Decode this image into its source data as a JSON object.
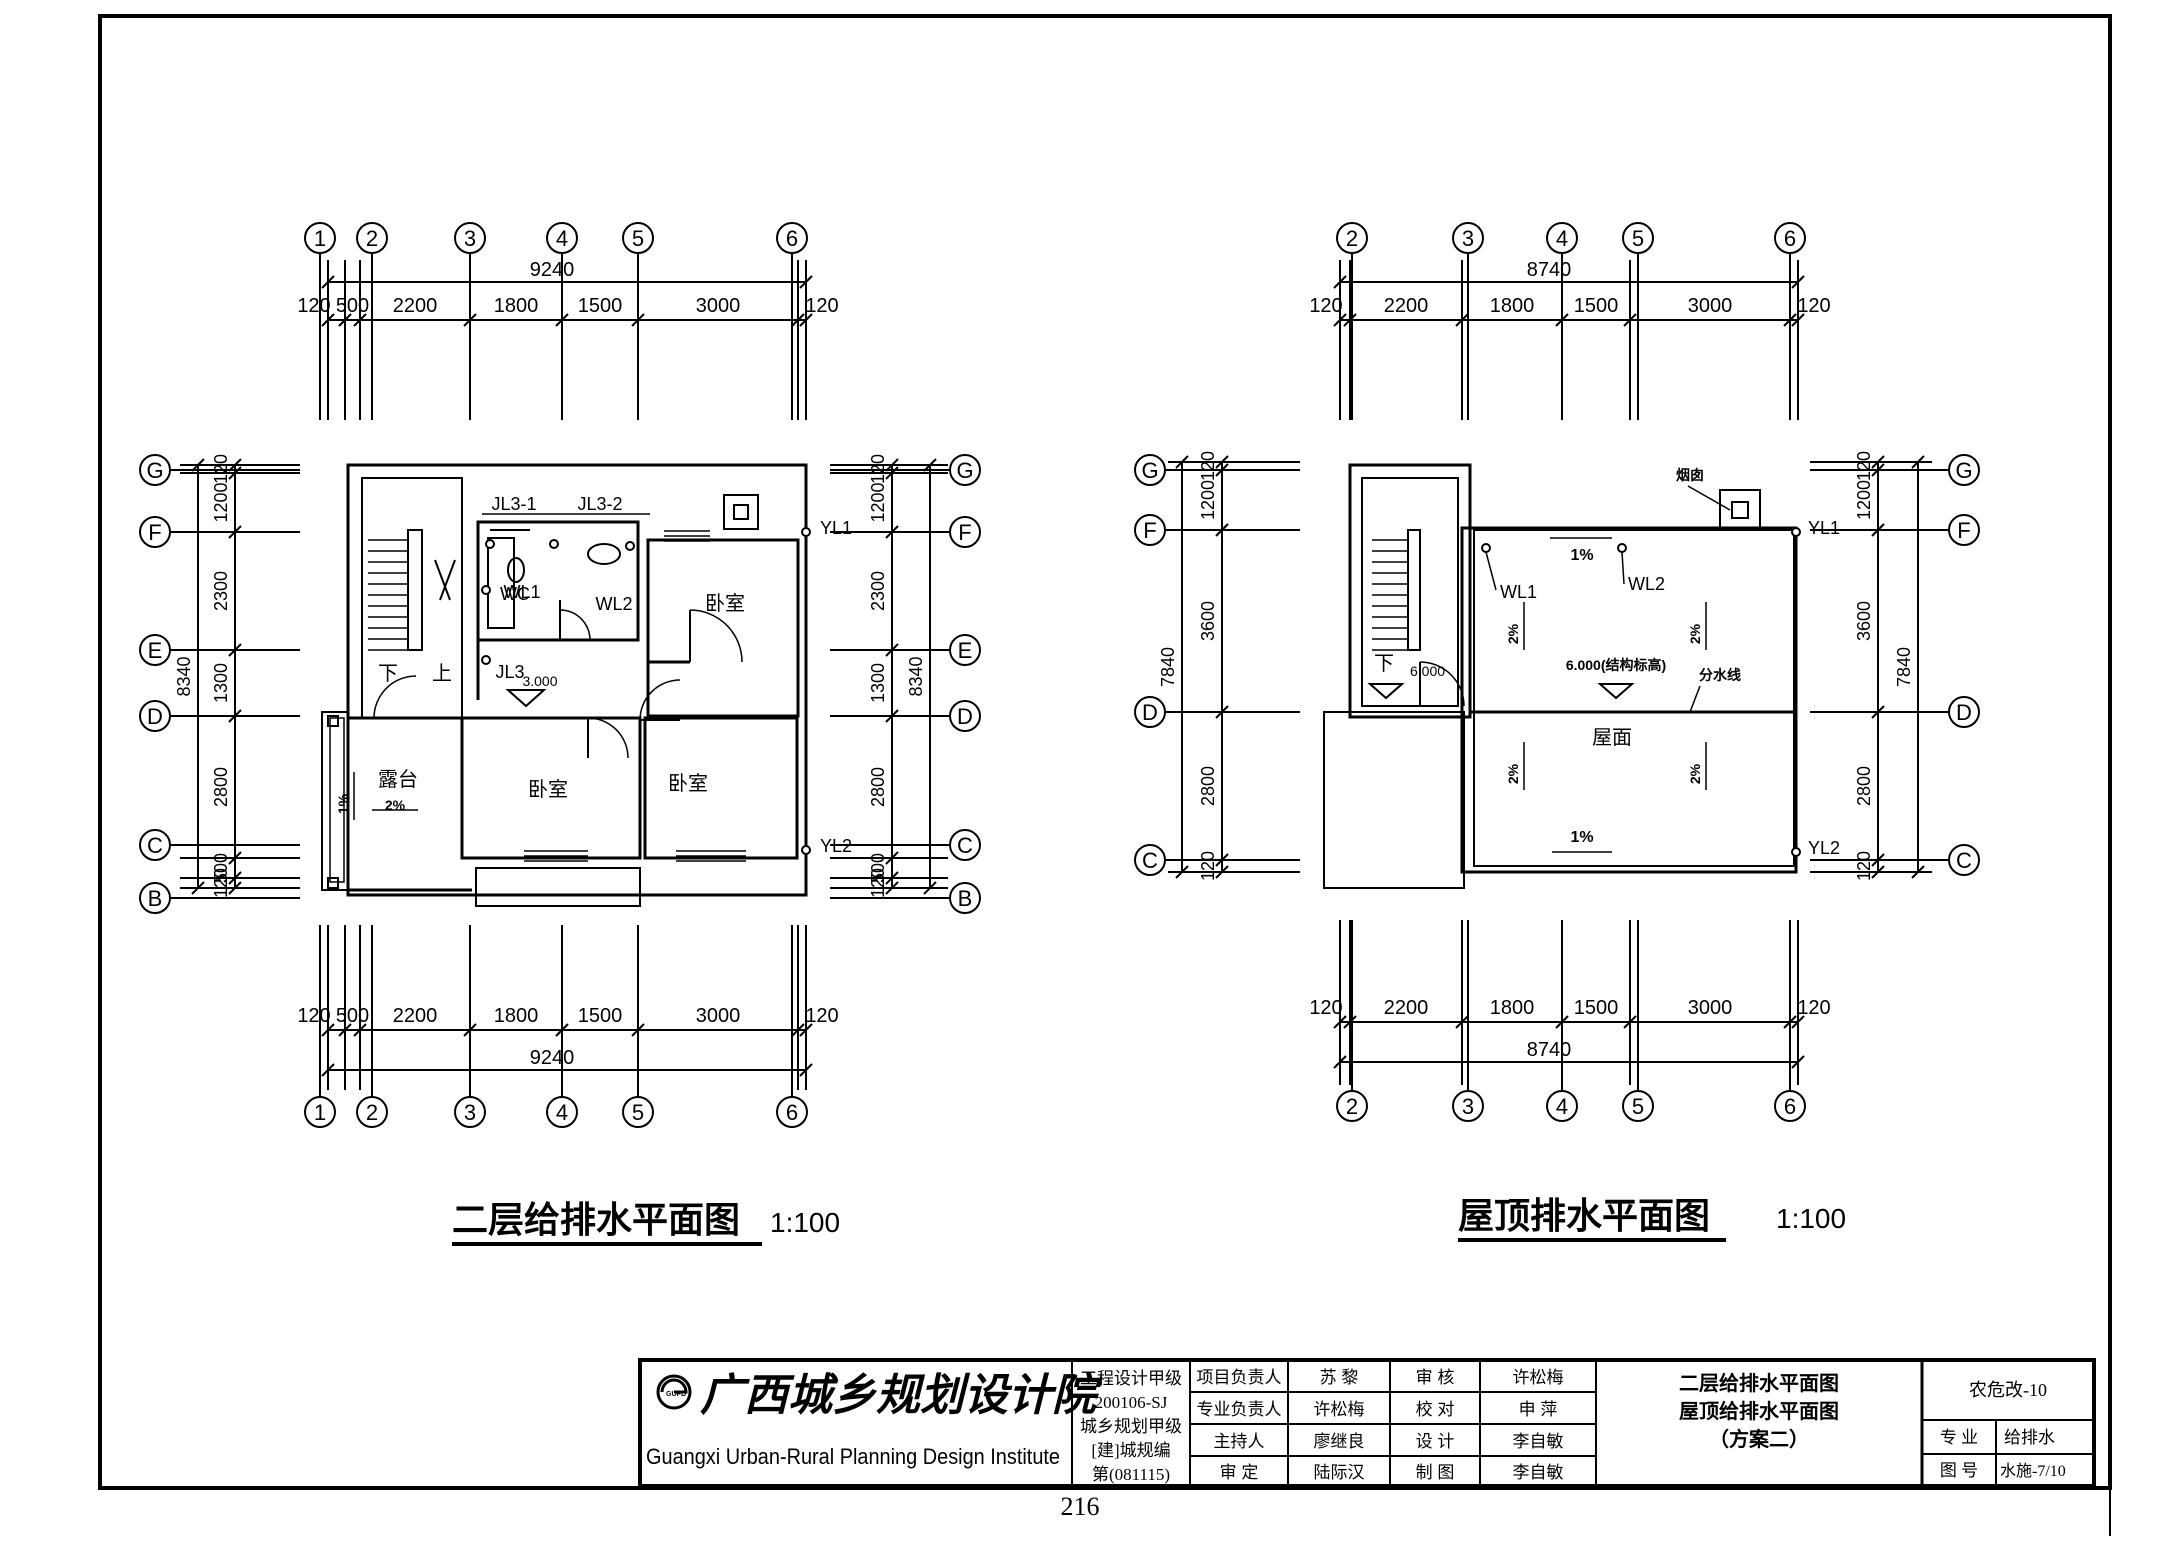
{
  "plans": [
    {
      "title": "二层给排水平面图",
      "scale": "1:100",
      "col_axes": [
        "1",
        "2",
        "3",
        "4",
        "5",
        "6"
      ],
      "col_dims": [
        "120",
        "500",
        "2200",
        "1800",
        "1500",
        "3000",
        "120"
      ],
      "col_total": "9240",
      "row_axes": [
        "G",
        "F",
        "E",
        "D",
        "C",
        "B"
      ],
      "row_dims": [
        "120",
        "1200",
        "2300",
        "1300",
        "2800",
        "500",
        "120"
      ],
      "row_total": "8340",
      "rooms": [
        "卧室",
        "卧室",
        "卧室",
        "露台"
      ],
      "stair_labels": [
        "下",
        "上"
      ],
      "pipes": [
        "JL3-1",
        "JL3-2",
        "WL1",
        "WL2",
        "JL3",
        "YL1",
        "YL2"
      ],
      "fixture_labels": [
        "WC"
      ],
      "elevation": "3.000",
      "slopes": [
        "1%",
        "2%"
      ]
    },
    {
      "title": "屋顶排水平面图",
      "scale": "1:100",
      "col_axes": [
        "2",
        "3",
        "4",
        "5",
        "6"
      ],
      "col_dims": [
        "120",
        "2200",
        "1800",
        "1500",
        "3000",
        "120"
      ],
      "col_total": "8740",
      "row_axes": [
        "G",
        "F",
        "D",
        "C"
      ],
      "row_dims": [
        "120",
        "1200",
        "3600",
        "2800",
        "120"
      ],
      "row_total": "7840",
      "rooms": [
        "屋面"
      ],
      "stair_labels": [
        "下"
      ],
      "pipes": [
        "WL1",
        "WL2",
        "YL1",
        "YL2"
      ],
      "labels": [
        "烟囱",
        "分水线"
      ],
      "elevations": [
        "6.000",
        "6.000(结构标高)"
      ],
      "slopes": [
        "1%",
        "2%",
        "2%",
        "2%",
        "2%",
        "1%"
      ]
    }
  ],
  "title_block": {
    "institute_cn": "广西城乡规划设计院",
    "institute_en": "Guangxi Urban-Rural Planning Design Institute",
    "logo_text": "GUPD",
    "qualification": [
      "工程设计甲级",
      "200106-SJ",
      "城乡规划甲级",
      "[建]城规编",
      "第(081115)"
    ],
    "roles": [
      {
        "role": "项目负责人",
        "name": "苏  黎",
        "check": "审  核",
        "checker": "许松梅"
      },
      {
        "role": "专业负责人",
        "name": "许松梅",
        "check": "校  对",
        "checker": "申  萍"
      },
      {
        "role": "主持人",
        "name": "廖继良",
        "check": "设  计",
        "checker": "李自敏"
      },
      {
        "role": "审  定",
        "name": "陆际汉",
        "check": "制  图",
        "checker": "李自敏"
      }
    ],
    "drawing_names": [
      "二层给排水平面图",
      "屋顶给排水平面图",
      "（方案二）"
    ],
    "project": "农危改-10",
    "discipline_label": "专  业",
    "discipline": "给排水",
    "number_label": "图  号",
    "number": "水施-7/10"
  },
  "page_number": "216"
}
